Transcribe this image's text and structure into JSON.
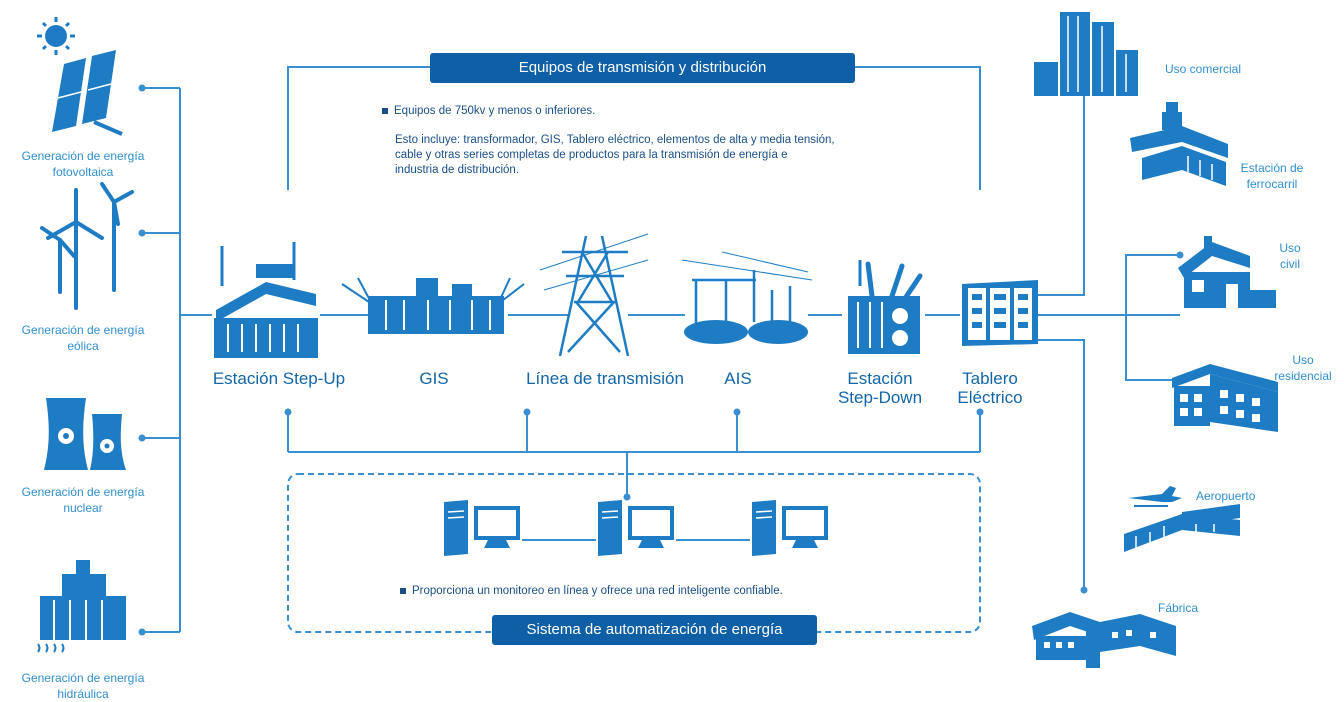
{
  "sources": [
    {
      "line1": "Generación de energía",
      "line2": "fotovoltaica",
      "icon": "solar-panel-icon"
    },
    {
      "line1": "Generación de energía",
      "line2": "eólica",
      "icon": "wind-turbine-icon"
    },
    {
      "line1": "Generación de energía",
      "line2": "nuclear",
      "icon": "nuclear-plant-icon"
    },
    {
      "line1": "Generación de energía",
      "line2": "hidráulica",
      "icon": "hydro-plant-icon"
    }
  ],
  "chain": [
    {
      "line1": "Estación Step-Up",
      "line2": ""
    },
    {
      "line1": "GIS",
      "line2": ""
    },
    {
      "line1": "Línea de transmisión",
      "line2": ""
    },
    {
      "line1": "AIS",
      "line2": ""
    },
    {
      "line1": "Estación",
      "line2": "Step-Down"
    },
    {
      "line1": "Tablero",
      "line2": "Eléctrico"
    }
  ],
  "transmission": {
    "title": "Equipos de transmisión y distribución",
    "bullet": "Equipos de 750kv y menos o inferiores.",
    "desc1": "Esto incluye: transformador, GIS, Tablero eléctrico, elementos de alta y media tensión,",
    "desc2": "cable y otras series completas de productos para la transmisión de energía e",
    "desc3": "industria de distribución."
  },
  "automation": {
    "title": "Sistema de automatización de energía",
    "bullet": "Proporciona un monitoreo en línea y ofrece una red inteligente confiable."
  },
  "uses": [
    {
      "line1": "Uso comercial",
      "line2": "",
      "icon": "office-buildings-icon"
    },
    {
      "line1": "Estación de",
      "line2": "ferrocarril",
      "icon": "train-station-icon"
    },
    {
      "line1": "Uso",
      "line2": "civil",
      "icon": "house-icon"
    },
    {
      "line1": "Uso",
      "line2": "residencial",
      "icon": "apartment-block-icon"
    },
    {
      "line1": "Aeropuerto",
      "line2": "",
      "icon": "airport-icon"
    },
    {
      "line1": "Fábrica",
      "line2": "",
      "icon": "factory-icon"
    }
  ],
  "colors": {
    "primary": "#0f5fa6",
    "label": "#2f8fcf",
    "line": "#3a8fd0"
  }
}
